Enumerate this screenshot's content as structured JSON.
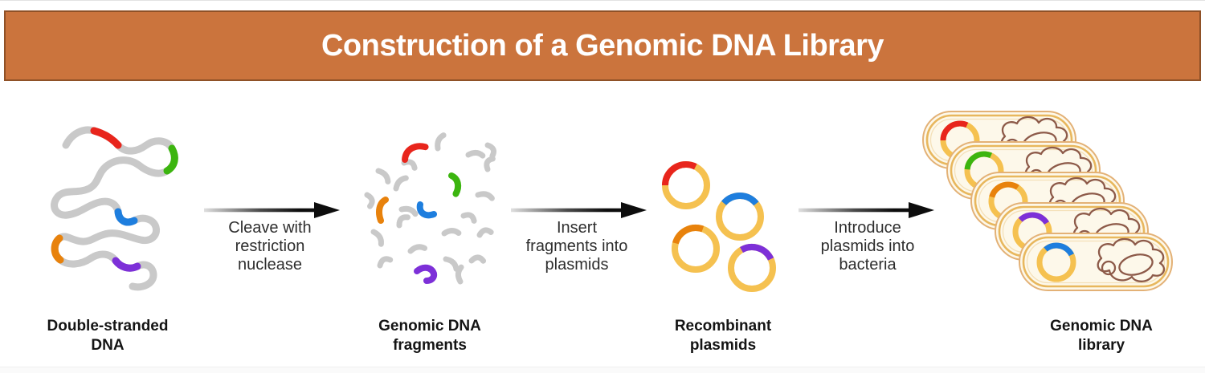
{
  "title": "Construction of a Genomic DNA Library",
  "stages": [
    {
      "id": "double-stranded-dna",
      "line1": "Double-stranded",
      "line2": "DNA"
    },
    {
      "id": "genomic-dna-fragments",
      "line1": "Genomic DNA",
      "line2": "fragments"
    },
    {
      "id": "recombinant-plasmids",
      "line1": "Recombinant",
      "line2": "plasmids"
    },
    {
      "id": "genomic-dna-library",
      "line1": "Genomic DNA",
      "line2": "library"
    }
  ],
  "steps": [
    {
      "id": "cleave",
      "line1": "Cleave with",
      "line2": "restriction",
      "line3": "nuclease"
    },
    {
      "id": "insert",
      "line1": "Insert",
      "line2": "fragments into",
      "line3": "plasmids"
    },
    {
      "id": "introduce",
      "line1": "Introduce",
      "line2": "plasmids into",
      "line3": "bacteria"
    }
  ],
  "icons": [
    "tangled-dna-strand-icon",
    "dna-fragments-icon",
    "plasmid-ring-icon",
    "bacterium-capsule-icon",
    "right-arrow-icon"
  ],
  "colors": {
    "banner_bg": "#CB743D",
    "banner_border": "#8F5127",
    "title_text": "#FFFFFF",
    "strand_gray": "#C9C9C9",
    "segment_red": "#E8251C",
    "segment_green": "#3CB50F",
    "segment_blue": "#1E7EDE",
    "segment_orange": "#E8820C",
    "segment_purple": "#7D30D8",
    "plasmid_yellow": "#F5C150",
    "cell_fill": "#FDF8EA",
    "cell_border_gold": "#E8B75D",
    "chromosome_brown": "#8D5A49",
    "arrow_black": "#0D0D0D",
    "caption_text": "#2E2E2E",
    "label_text": "#141414"
  }
}
